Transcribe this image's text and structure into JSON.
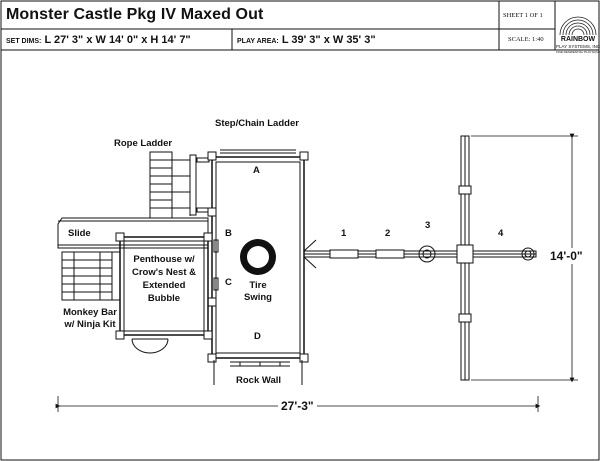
{
  "header": {
    "title": "Monster Castle Pkg IV Maxed Out",
    "set_dims_label": "SET DIMS:",
    "set_dims_value": "L 27' 3\" x W 14' 0\" x H 14' 7\"",
    "play_area_label": "PLAY AREA:",
    "play_area_value": "L 39' 3\" x W 35' 3\"",
    "sheet": "SHEET 1 OF 1",
    "scale": "SCALE: 1:40"
  },
  "logo": {
    "name": "RAINBOW",
    "subtitle": "PLAY SYSTEMS, INC.",
    "tagline": "FINE RESIDENTIAL PLAY EQUIPMENT"
  },
  "labels": {
    "step_chain_ladder": "Step/Chain Ladder",
    "rope_ladder": "Rope Ladder",
    "slide": "Slide",
    "penthouse_1": "Penthouse w/",
    "penthouse_2": "Crow's Nest &",
    "penthouse_3": "Extended",
    "penthouse_4": "Bubble",
    "monkey_1": "Monkey Bar",
    "monkey_2": "w/ Ninja Kit",
    "tire_1": "Tire",
    "tire_2": "Swing",
    "rock_wall": "Rock Wall",
    "a": "A",
    "b": "B",
    "c": "C",
    "d": "D",
    "pos1": "1",
    "pos2": "2",
    "pos3": "3",
    "pos4": "4"
  },
  "dimensions": {
    "length": "27'-3\"",
    "width": "14'-0\""
  }
}
